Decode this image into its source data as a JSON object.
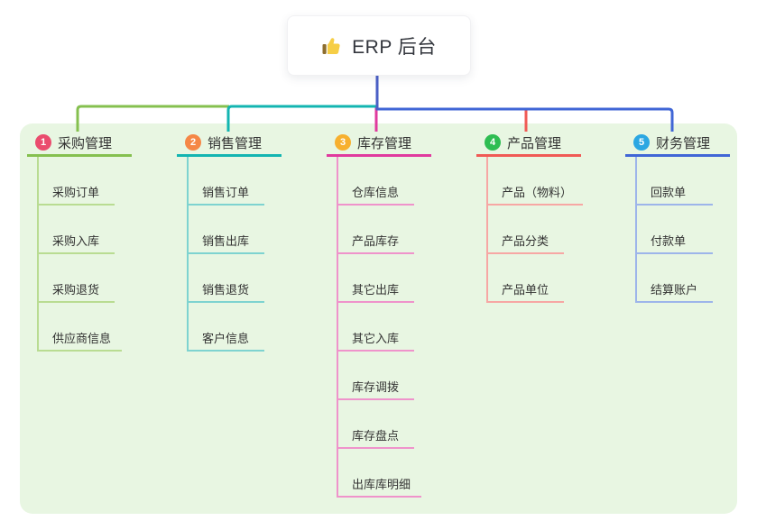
{
  "root": {
    "title": "ERP 后台",
    "icon": "thumbs-up-icon",
    "icon_colors": {
      "hand": "#f6ce46",
      "cuff": "#8d6e2f"
    }
  },
  "canvas": {
    "background": "#ffffff",
    "panel_background": "#e8f6e2",
    "root_connector_color": "#4a5fc6",
    "text_color": "#333333"
  },
  "branches": [
    {
      "index": "1",
      "title": "采购管理",
      "badge_color": "#ea4c6e",
      "line_color": "#85c04f",
      "child_line_color": "#b9dc92",
      "children": [
        "采购订单",
        "采购入库",
        "采购退货",
        "供应商信息"
      ]
    },
    {
      "index": "2",
      "title": "销售管理",
      "badge_color": "#f58746",
      "line_color": "#13b5b1",
      "child_line_color": "#7ed3d0",
      "children": [
        "销售订单",
        "销售出库",
        "销售退货",
        "客户信息"
      ]
    },
    {
      "index": "3",
      "title": "库存管理",
      "badge_color": "#f7b02f",
      "line_color": "#e03a9e",
      "child_line_color": "#ef93cb",
      "children": [
        "仓库信息",
        "产品库存",
        "其它出库",
        "其它入库",
        "库存调拨",
        "库存盘点",
        "出库库明细"
      ]
    },
    {
      "index": "4",
      "title": "产品管理",
      "badge_color": "#2ebd52",
      "line_color": "#f05a55",
      "child_line_color": "#f7a7a4",
      "children": [
        "产品（物料）",
        "产品分类",
        "产品单位"
      ]
    },
    {
      "index": "5",
      "title": "财务管理",
      "badge_color": "#2ba7e2",
      "line_color": "#4066d6",
      "child_line_color": "#9db5ea",
      "children": [
        "回款单",
        "付款单",
        "结算账户"
      ]
    }
  ]
}
